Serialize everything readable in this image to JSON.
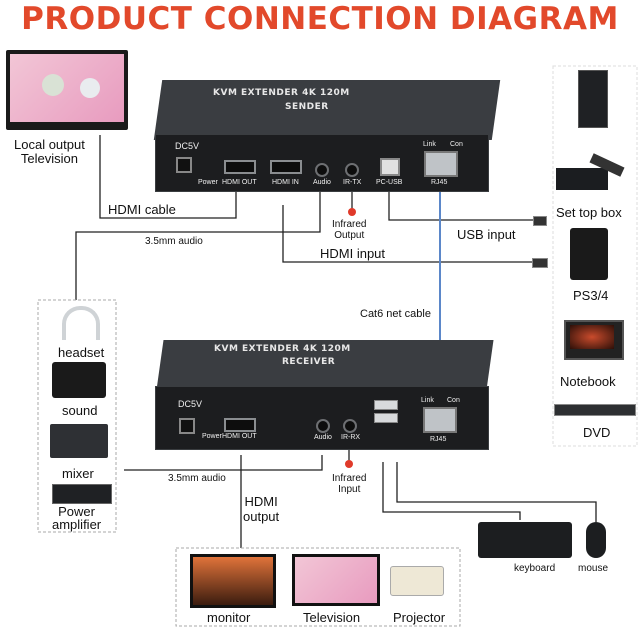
{
  "title": "PRODUCT CONNECTION DIAGRAM",
  "sender": {
    "title": "KVM EXTENDER 4K 120M",
    "subtitle": "SENDER",
    "ports": {
      "dc": "DC5V",
      "power": "Power",
      "hdmi_out": "HDMI OUT",
      "hdmi_in": "HDMI IN",
      "audio": "Audio",
      "ir": "IR-TX",
      "pcusb": "PC-USB",
      "rj45": "RJ45",
      "link": "Link",
      "con": "Con"
    }
  },
  "receiver": {
    "title": "KVM EXTENDER 4K 120M",
    "subtitle": "RECEIVER",
    "ports": {
      "dc": "DC5V",
      "power": "Power",
      "hdmi_out": "HDMI OUT",
      "audio": "Audio",
      "ir": "IR-RX",
      "rj45": "RJ45",
      "link": "Link",
      "con": "Con"
    }
  },
  "labels": {
    "local_tv": "Local output\nTelevision",
    "hdmi_cable": "HDMI cable",
    "audio_35_top": "3.5mm audio",
    "infrared_output": "Infrared\nOutput",
    "usb_input": "USB input",
    "hdmi_input": "HDMI input",
    "cat6": "Cat6 net cable",
    "audio_35_bottom": "3.5mm audio",
    "infrared_input": "Infrared\nInput",
    "hdmi_output": "HDMI\noutput"
  },
  "left_devices": [
    "headset",
    "sound",
    "mixer",
    "Power\namplifier"
  ],
  "right_devices": [
    "Set top box",
    "PS3/4",
    "Notebook",
    "DVD"
  ],
  "bottom_devices": [
    "monitor",
    "Television",
    "Projector"
  ],
  "peripherals": [
    "keyboard",
    "mouse"
  ],
  "colors": {
    "title": "#e2492b",
    "device": "#2b2e31",
    "cat6": "#5b87c9",
    "ir": "#e03a2a"
  }
}
